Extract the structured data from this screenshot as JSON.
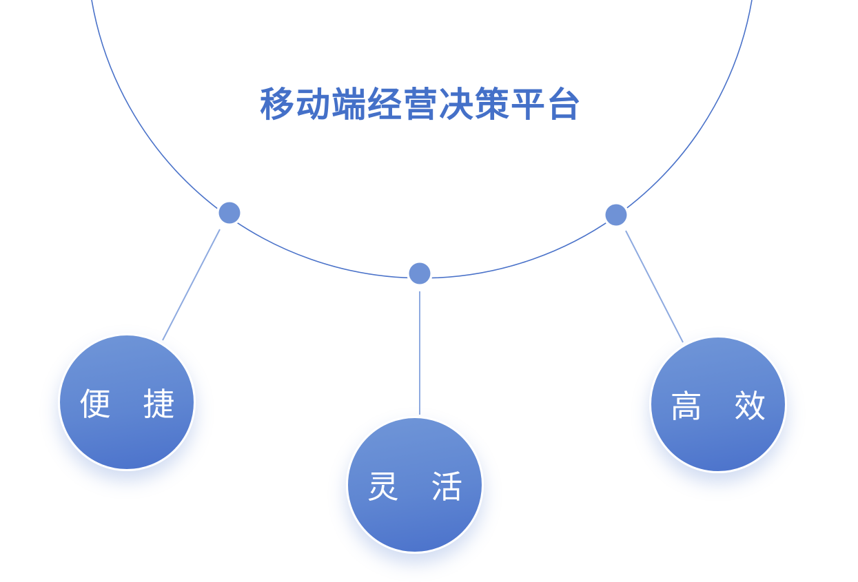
{
  "title": "移动端经营决策平台",
  "nodes": [
    {
      "label": "便 捷"
    },
    {
      "label": "灵 活"
    },
    {
      "label": "高 效"
    }
  ],
  "colors": {
    "accent": "#4470c8",
    "dot": "#6f92d6",
    "connector": "#8eaae0"
  }
}
